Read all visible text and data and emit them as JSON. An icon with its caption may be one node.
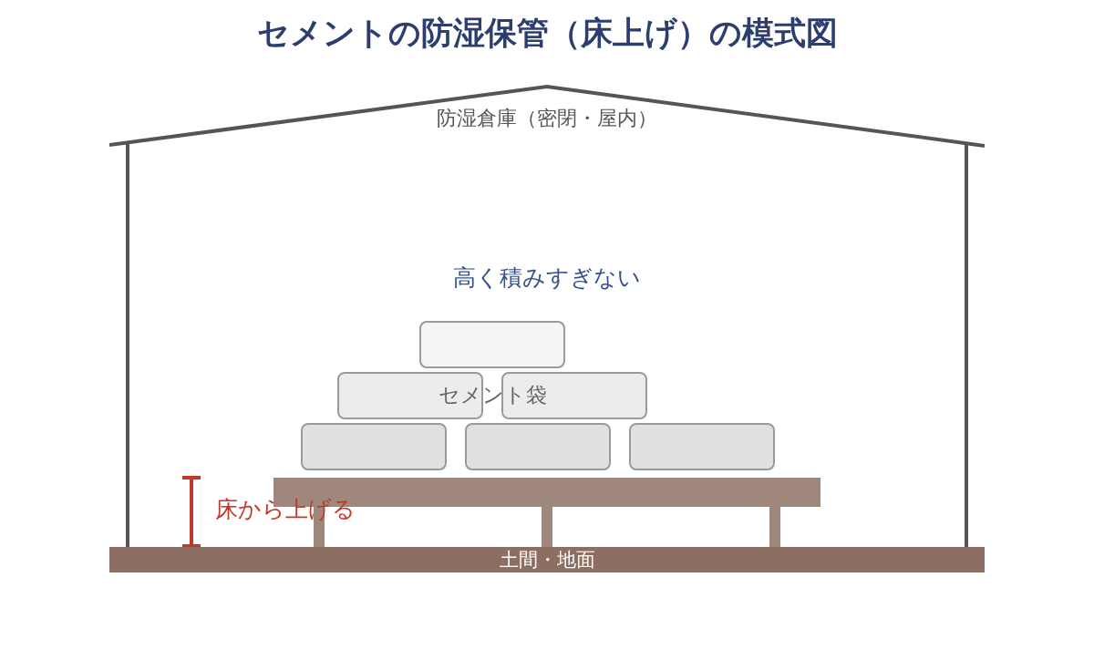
{
  "diagram": {
    "title": "セメントの防湿保管（床上げ）の模式図",
    "nodes": [
      {
        "text": [
          "防湿倉庫（密閉・屋内）"
        ]
      },
      {
        "text": [],
        "shape": "box",
        "in": 0
      },
      {
        "text": [],
        "shape": "box",
        "in": 0
      },
      {
        "text": [],
        "shape": "box",
        "in": 0
      },
      {
        "text": [],
        "shape": "box",
        "in": 0
      },
      {
        "text": [],
        "shape": "box",
        "in": 0
      },
      {
        "text": [],
        "shape": "box",
        "in": 0
      },
      {
        "text": [
          "土間・地面"
        ]
      }
    ],
    "labels": [
      "高く積みすぎない",
      "セメント袋",
      "床から上げる"
    ]
  }
}
